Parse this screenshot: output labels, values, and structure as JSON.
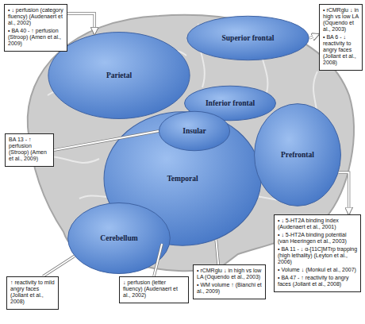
{
  "diagram": {
    "nodes": [
      {
        "text": [
          "• ↓ perfusion (category fluency) (Audenaert et al., 2002)",
          "• BA 40 - ↑ perfusion (Stroop) (Amen et al., 2009)"
        ]
      },
      {
        "text": [
          "• rCMRglu ↓ in high vs low LA (Oquendo et al., 2003)",
          "• BA 6 - ↓ reactivity to angry faces (Jollant et al., 2008)"
        ]
      },
      {
        "text": [
          "Parietal"
        ]
      },
      {
        "text": [
          "Superior frontal"
        ]
      },
      {
        "text": [
          "Inferior frontal"
        ]
      },
      {
        "text": [
          "Insular"
        ]
      },
      {
        "text": [
          "BA 13 - ↑ perfusion (Stroop) (Amen et al., 2009)"
        ]
      },
      {
        "text": [
          "Prefrontal"
        ]
      },
      {
        "text": [
          "Temporal"
        ]
      },
      {
        "text": [
          "Cerebellum"
        ]
      },
      {
        "text": [
          "↑ reactivity to mild angry faces (Jollant et al., 2008)"
        ]
      },
      {
        "text": [
          "↓ perfusion (letter fluency) (Audenaert et al., 2002)"
        ]
      },
      {
        "text": [
          "• rCMRglu ↓ in high vs low LA (Oquendo et al., 2003)",
          "• WM volume ↑ (Bianchi et al., 2009)"
        ]
      },
      {
        "text": [
          "• ↓ 5-HT2A binding index (Audenaert et al., 2001)",
          "• ↓ 5-HT2A binding potential (van Heeringen et al., 2003)",
          "• BA 11 - ↓ α-[11C]MTrp trapping (high lethality) (Leyton et al., 2006)",
          "• Volume ↓ (Monkul et al., 2007)",
          "• BA 47 - ↑ reactivity to angry faces (Jollant et al., 2008)"
        ]
      }
    ],
    "edges": [
      {
        "from": 0,
        "to": 2,
        "arrow": "to"
      },
      {
        "from": 3,
        "to": 1,
        "arrow": "to"
      },
      {
        "from": 6,
        "to": 5,
        "arrow": "none"
      },
      {
        "from": 10,
        "to": 9,
        "arrow": "none"
      },
      {
        "from": 11,
        "to": 8,
        "arrow": "none"
      },
      {
        "from": 12,
        "to": 8,
        "arrow": "none"
      },
      {
        "from": 7,
        "to": 13,
        "arrow": "to"
      }
    ]
  }
}
